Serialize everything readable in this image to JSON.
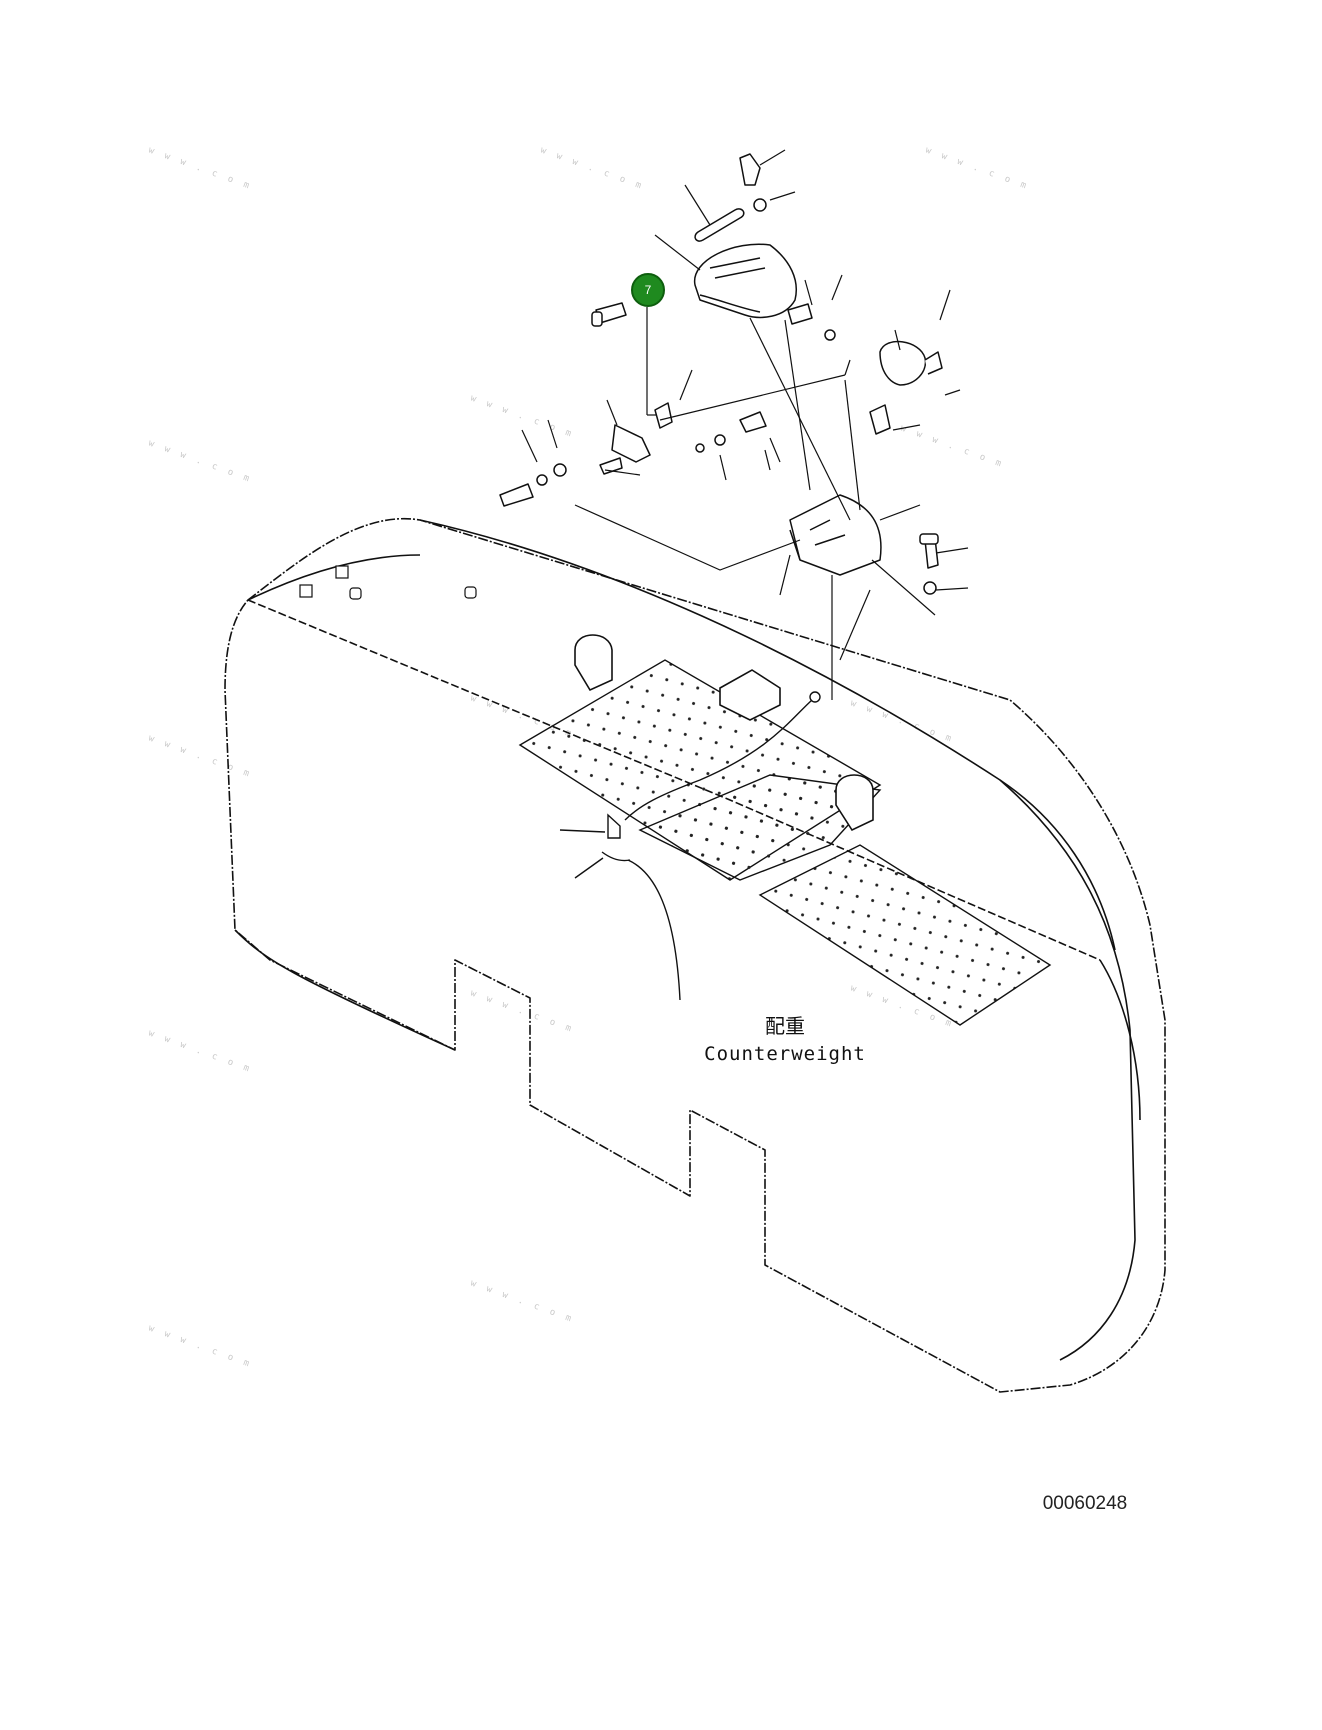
{
  "diagram": {
    "part_label_cn": "配重",
    "part_label_en": "Counterweight",
    "drawing_number": "00060248",
    "callout": {
      "number": "7",
      "color": "#1f8a1f",
      "border_color": "#0e5e0e"
    },
    "line_color": "#111111"
  },
  "watermarks": [
    "w w w . c o m",
    "w w w . c o m",
    "w w w . c o m",
    "w w w . c o m",
    "w w w . c o m",
    "w w w . c o m",
    "w w w . c o m",
    "w w w . c o m",
    "w w w . c o m",
    "w w w . c o m",
    "w w w . c o m",
    "w w w . c o m",
    "w w w . c o m",
    "w w w . c o m"
  ]
}
